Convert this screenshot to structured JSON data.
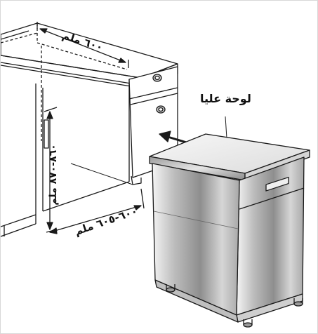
{
  "labels": {
    "cabinet_width": "٦٠٠ ملم",
    "top_panel": "لوحة عليا",
    "niche_height": "٨٦٠-٨٧٠ ملم",
    "niche_depth": "٦٠٠-٦٠٥ ملم"
  },
  "colors": {
    "line": "#1a1a1a",
    "steel_dark": "#8e8e8e",
    "steel_light": "#e6e6e6",
    "panel": "#f0f0f0"
  },
  "icons": {
    "insert_arrow": "arrow-left-icon",
    "drawer_knob": "knob-icon"
  }
}
